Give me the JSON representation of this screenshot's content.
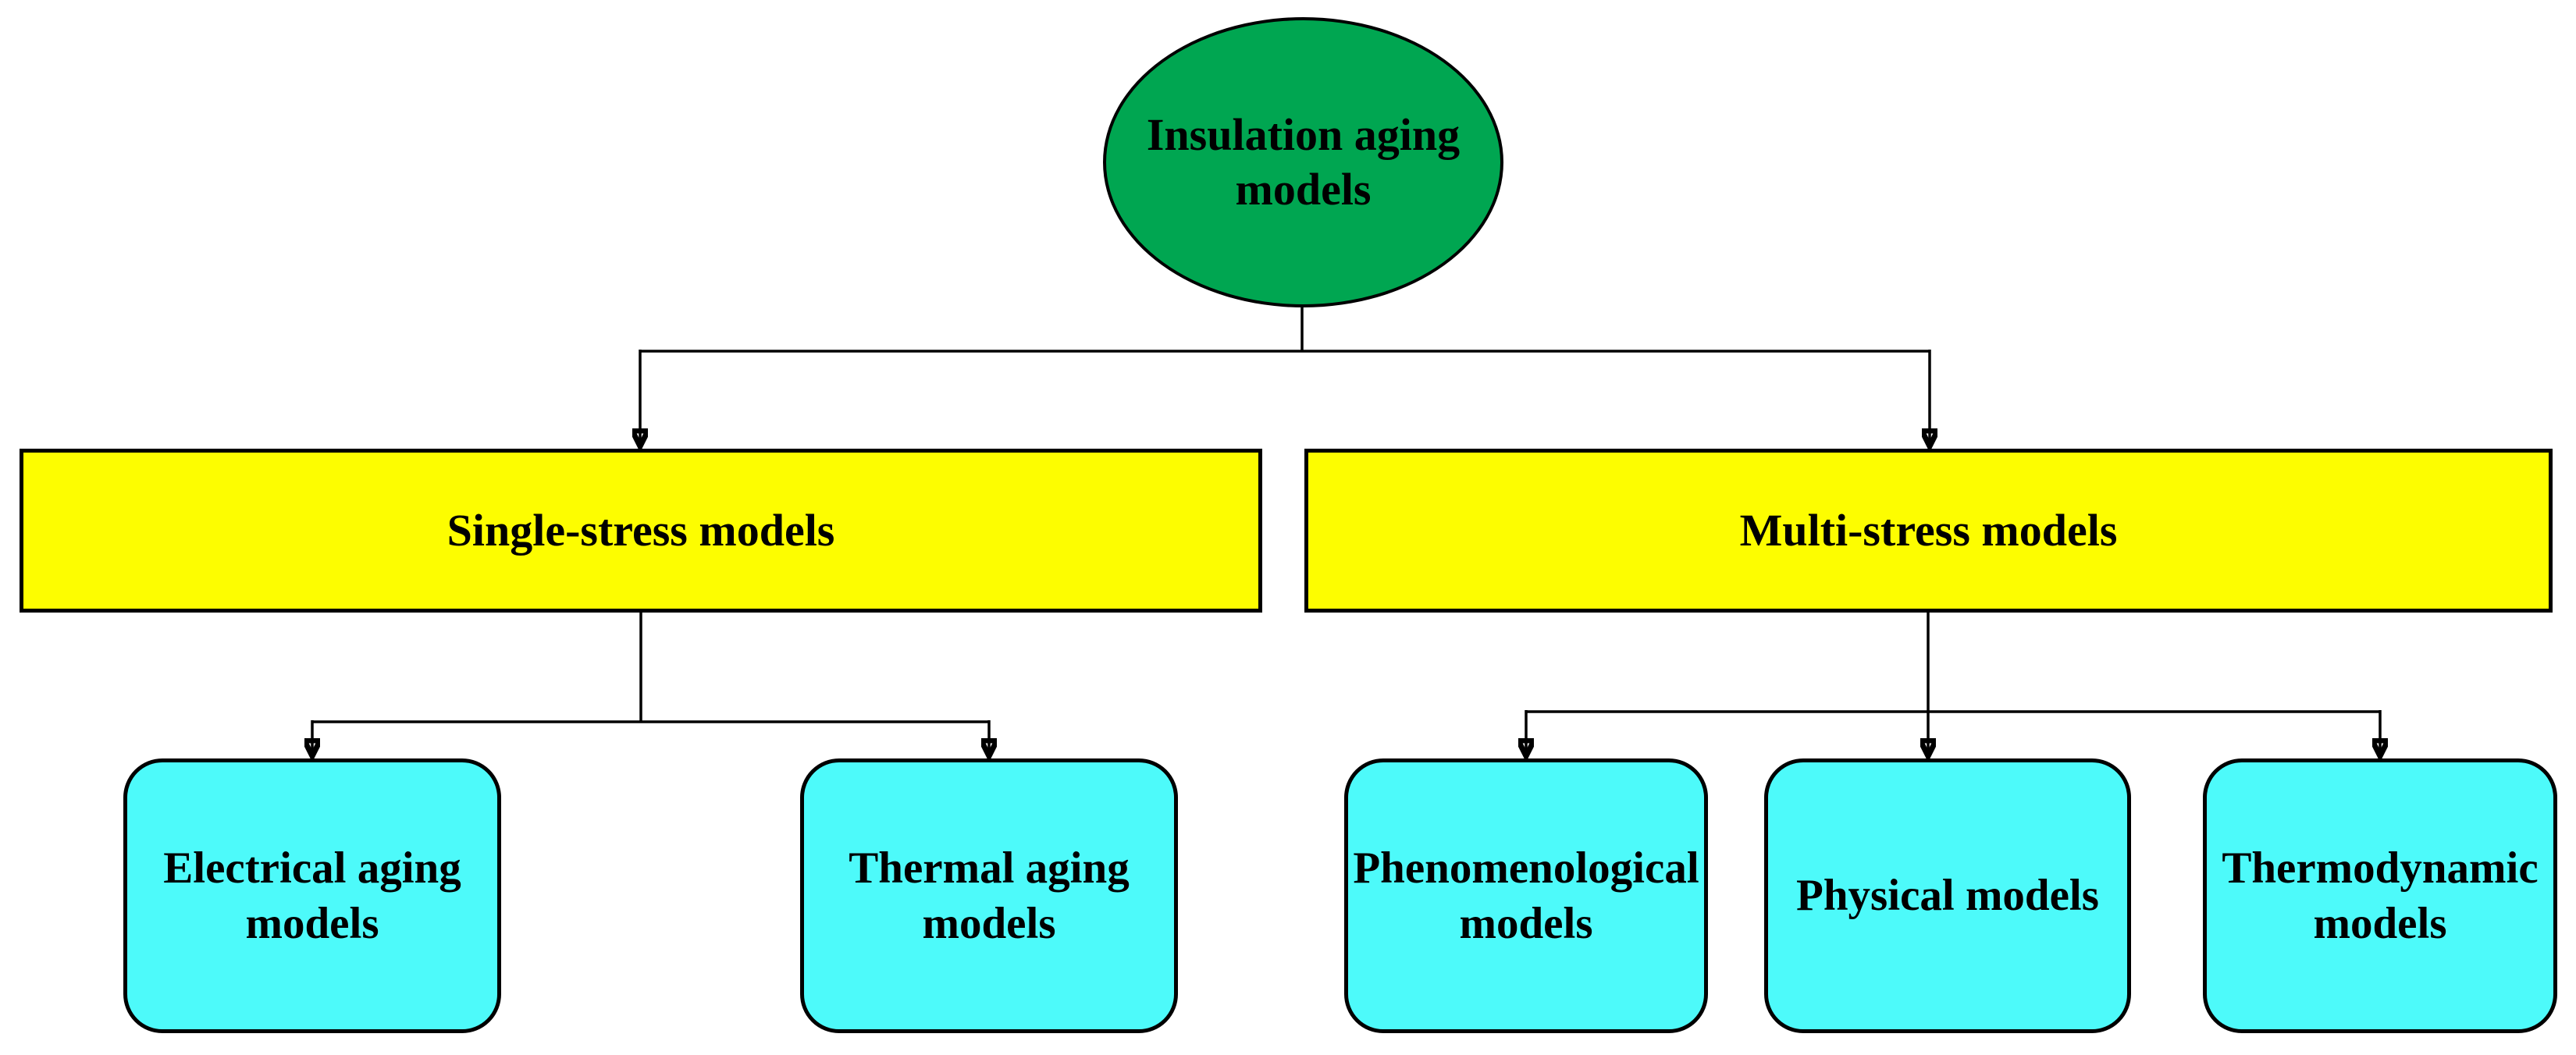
{
  "diagram": {
    "root": {
      "label": "Insulation aging models",
      "shape": "ellipse",
      "fill": "#00a651"
    },
    "branches": [
      {
        "label": "Single-stress models",
        "fill": "#fdfd00",
        "children": [
          {
            "label": "Electrical aging models",
            "fill": "#4dfafa"
          },
          {
            "label": "Thermal aging models",
            "fill": "#4dfafa"
          }
        ]
      },
      {
        "label": "Multi-stress models",
        "fill": "#fdfd00",
        "children": [
          {
            "label": "Phenomenological models",
            "fill": "#4dfafa"
          },
          {
            "label": "Physical models",
            "fill": "#4dfafa"
          },
          {
            "label": "Thermodynamic models",
            "fill": "#4dfafa"
          }
        ]
      }
    ],
    "colors": {
      "background": "#ffffff",
      "outline": "#000000",
      "connector": "#000000",
      "text": "#000000",
      "root_fill": "#00a651",
      "branch_fill": "#fdfd00",
      "leaf_fill": "#4dfafa"
    }
  }
}
